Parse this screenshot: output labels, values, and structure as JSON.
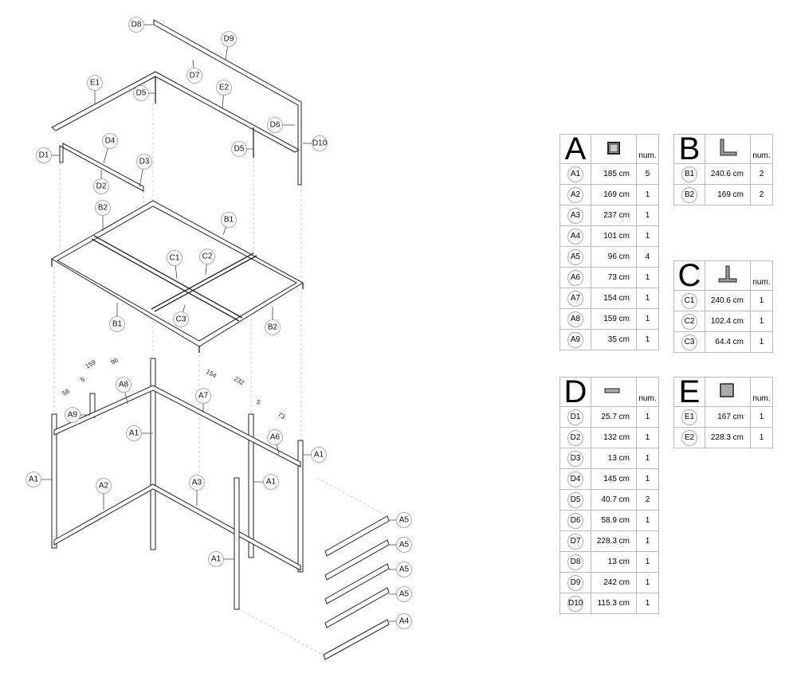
{
  "drawing": {
    "labels": {
      "D8": "D8",
      "D9": "D9",
      "D7": "D7",
      "E1": "E1",
      "E2": "E2",
      "D5a": "D5",
      "D5b": "D5",
      "D6": "D6",
      "D10": "D10",
      "D1": "D1",
      "D4": "D4",
      "D3": "D3",
      "D2": "D2",
      "B2a": "B2",
      "B1a": "B1",
      "C1": "C1",
      "C2": "C2",
      "B1b": "B1",
      "C3": "C3",
      "B2b": "B2",
      "A8": "A8",
      "A7": "A7",
      "A9": "A9",
      "A1a": "A1",
      "A6": "A6",
      "A1b": "A1",
      "A1c": "A1",
      "A2": "A2",
      "A3": "A3",
      "A1d": "A1",
      "A1e": "A1",
      "A5a": "A5",
      "A5b": "A5",
      "A5c": "A5",
      "A5d": "A5",
      "A4": "A4"
    },
    "dimensions": {
      "d58": "58",
      "d5a": "5",
      "d159": "159",
      "d96": "96",
      "d154": "154",
      "d232": "232",
      "d5b": "5",
      "d73": "73"
    }
  },
  "tables": [
    {
      "letter": "A",
      "num_label": "num.",
      "rows": [
        {
          "id": "A1",
          "length": "185 cm",
          "num": "5"
        },
        {
          "id": "A2",
          "length": "169 cm",
          "num": "1"
        },
        {
          "id": "A3",
          "length": "237 cm",
          "num": "1"
        },
        {
          "id": "A4",
          "length": "101 cm",
          "num": "1"
        },
        {
          "id": "A5",
          "length": "96 cm",
          "num": "4"
        },
        {
          "id": "A6",
          "length": "73 cm",
          "num": "1"
        },
        {
          "id": "A7",
          "length": "154 cm",
          "num": "1"
        },
        {
          "id": "A8",
          "length": "159 cm",
          "num": "1"
        },
        {
          "id": "A9",
          "length": "35 cm",
          "num": "1"
        }
      ]
    },
    {
      "letter": "B",
      "num_label": "num.",
      "rows": [
        {
          "id": "B1",
          "length": "240.6 cm",
          "num": "2"
        },
        {
          "id": "B2",
          "length": "169 cm",
          "num": "2"
        }
      ]
    },
    {
      "letter": "C",
      "num_label": "num.",
      "rows": [
        {
          "id": "C1",
          "length": "240.6 cm",
          "num": "1"
        },
        {
          "id": "C2",
          "length": "102.4 cm",
          "num": "1"
        },
        {
          "id": "C3",
          "length": "64.4 cm",
          "num": "1"
        }
      ]
    },
    {
      "letter": "D",
      "num_label": "num.",
      "rows": [
        {
          "id": "D1",
          "length": "25.7 cm",
          "num": "1"
        },
        {
          "id": "D2",
          "length": "132 cm",
          "num": "1"
        },
        {
          "id": "D3",
          "length": "13 cm",
          "num": "1"
        },
        {
          "id": "D4",
          "length": "145 cm",
          "num": "1"
        },
        {
          "id": "D5",
          "length": "40.7 cm",
          "num": "2"
        },
        {
          "id": "D6",
          "length": "58.9 cm",
          "num": "1"
        },
        {
          "id": "D7",
          "length": "228.3 cm",
          "num": "1"
        },
        {
          "id": "D8",
          "length": "13 cm",
          "num": "1"
        },
        {
          "id": "D9",
          "length": "242 cm",
          "num": "1"
        },
        {
          "id": "D10",
          "length": "115.3 cm",
          "num": "1"
        }
      ]
    },
    {
      "letter": "E",
      "num_label": "num.",
      "rows": [
        {
          "id": "E1",
          "length": "167 cm",
          "num": "1"
        },
        {
          "id": "E2",
          "length": "228.3 cm",
          "num": "1"
        }
      ]
    }
  ]
}
